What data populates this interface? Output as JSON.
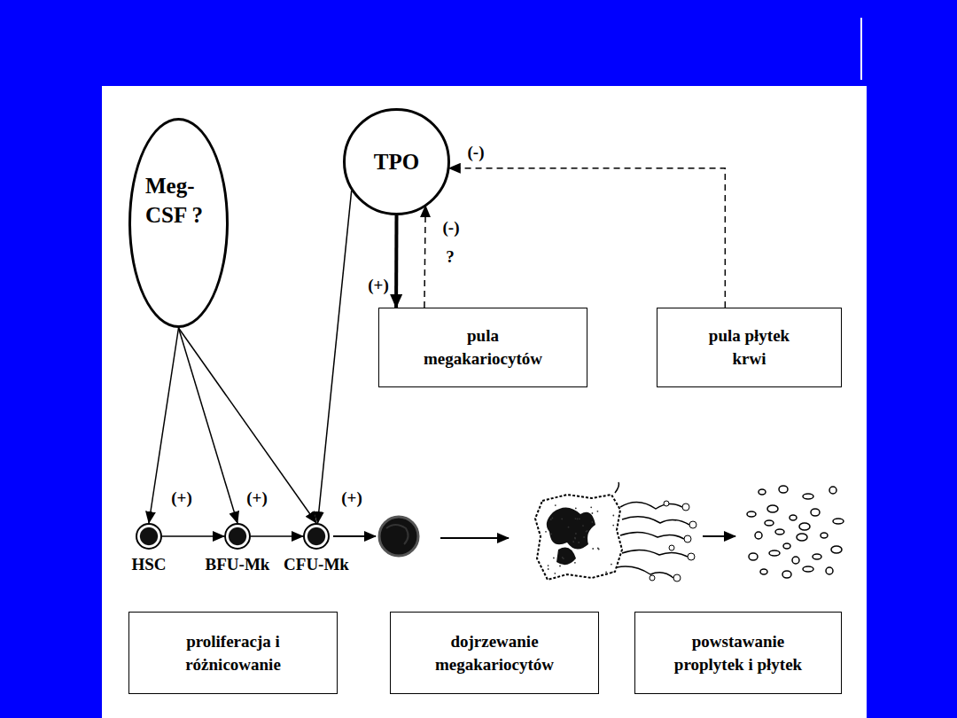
{
  "diagram": {
    "nodes": [
      {
        "text": [
          "Meg- CSF ?"
        ]
      },
      {
        "text": [
          "TPO"
        ]
      },
      {
        "text": [
          "pula megakariocytów"
        ]
      },
      {
        "text": [
          "pula płytek krwi"
        ]
      },
      {
        "text": [
          "HSC"
        ]
      },
      {
        "text": [
          "BFU-Mk"
        ]
      },
      {
        "text": [
          "CFU-Mk"
        ]
      },
      {
        "text": [
          "proliferacja i różnicowanie"
        ]
      },
      {
        "text": [
          "dojrzewanie megakariocytów"
        ]
      },
      {
        "text": [
          "powstawanie proplytek i płytek"
        ]
      }
    ],
    "edges": [
      {
        "from": 0,
        "to": 4,
        "arrow": "to",
        "label": "(+)"
      },
      {
        "from": 0,
        "to": 5,
        "arrow": "to",
        "label": "(+)"
      },
      {
        "from": 0,
        "to": 6,
        "arrow": "to",
        "label": "(+)"
      },
      {
        "from": 1,
        "to": 6,
        "arrow": "to"
      },
      {
        "from": 1,
        "to": 2,
        "arrow": "to",
        "label": "(+)"
      },
      {
        "from": 2,
        "to": 1,
        "arrow": "to",
        "label": "(-)"
      },
      {
        "from": 3,
        "to": 1,
        "arrow": "to",
        "label": "(-)"
      },
      {
        "from": 4,
        "to": 5,
        "arrow": "to"
      },
      {
        "from": 5,
        "to": 6,
        "arrow": "to"
      }
    ],
    "labels": [
      "?"
    ]
  }
}
